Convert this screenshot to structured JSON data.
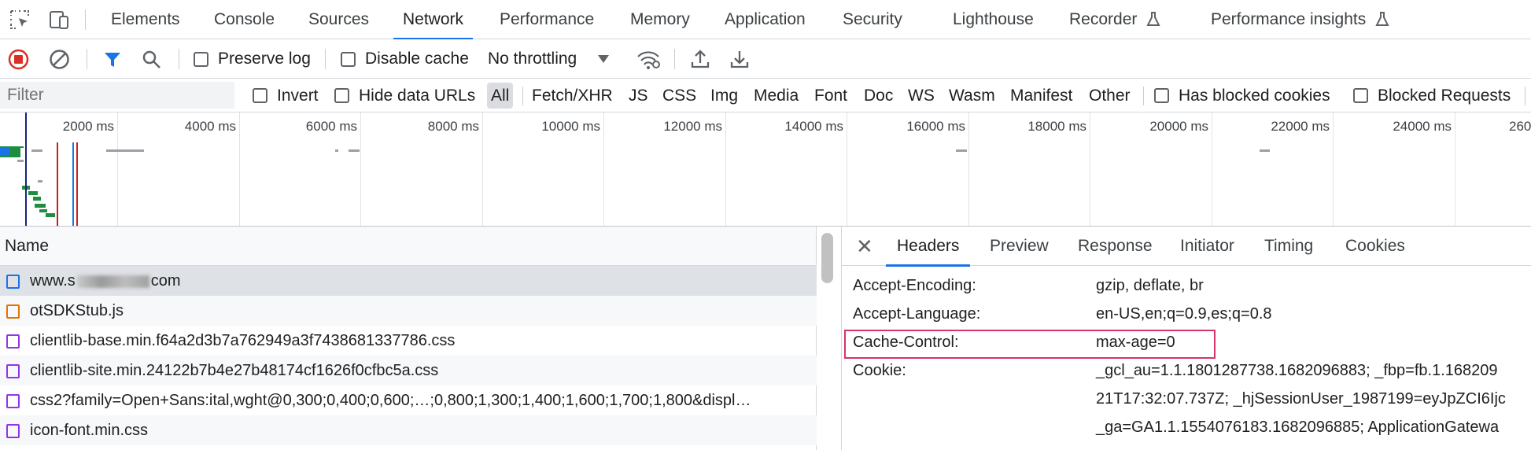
{
  "devtools": {
    "tabs": [
      {
        "label": "Elements"
      },
      {
        "label": "Console"
      },
      {
        "label": "Sources"
      },
      {
        "label": "Network"
      },
      {
        "label": "Performance"
      },
      {
        "label": "Memory"
      },
      {
        "label": "Application"
      },
      {
        "label": "Security"
      },
      {
        "label": "Lighthouse"
      },
      {
        "label": "Recorder"
      },
      {
        "label": "Performance insights"
      }
    ],
    "active_tab": "Network"
  },
  "toolbar": {
    "preserve_log": "Preserve log",
    "disable_cache": "Disable cache",
    "throttling": "No throttling"
  },
  "filter": {
    "placeholder": "Filter",
    "invert": "Invert",
    "hide_data_urls": "Hide data URLs",
    "types": [
      "All",
      "Fetch/XHR",
      "JS",
      "CSS",
      "Img",
      "Media",
      "Font",
      "Doc",
      "WS",
      "Wasm",
      "Manifest",
      "Other"
    ],
    "has_blocked_cookies": "Has blocked cookies",
    "blocked_requests": "Blocked Requests"
  },
  "overview": {
    "ticks": [
      "2000 ms",
      "4000 ms",
      "6000 ms",
      "8000 ms",
      "10000 ms",
      "12000 ms",
      "14000 ms",
      "16000 ms",
      "18000 ms",
      "20000 ms",
      "22000 ms",
      "24000 ms",
      "260"
    ]
  },
  "requests": {
    "column_name": "Name",
    "rows": [
      {
        "name_prefix": "www.s",
        "name_suffix": "com",
        "type": "document"
      },
      {
        "name": "otSDKStub.js",
        "type": "script"
      },
      {
        "name": "clientlib-base.min.f64a2d3b7a762949a3f7438681337786.css",
        "type": "stylesheet"
      },
      {
        "name": "clientlib-site.min.24122b7b4e27b48174cf1626f0cfbc5a.css",
        "type": "stylesheet"
      },
      {
        "name": "css2?family=Open+Sans:ital,wght@0,300;0,400;0,600;…;0,800;1,300;1,400;1,600;1,700;1,800&displ…",
        "type": "stylesheet"
      },
      {
        "name": "icon-font.min.css",
        "type": "stylesheet"
      }
    ]
  },
  "details": {
    "tabs": [
      "Headers",
      "Preview",
      "Response",
      "Initiator",
      "Timing",
      "Cookies"
    ],
    "active_tab": "Headers",
    "headers": [
      {
        "name": "Accept-Encoding:",
        "value": "gzip, deflate, br"
      },
      {
        "name": "Accept-Language:",
        "value": "en-US,en;q=0.9,es;q=0.8"
      },
      {
        "name": "Cache-Control:",
        "value": "max-age=0"
      },
      {
        "name": "Cookie:",
        "value": "_gcl_au=1.1.1801287738.1682096883; _fbp=fb.1.168209"
      }
    ],
    "cookie_continuation": [
      "21T17:32:07.737Z; _hjSessionUser_1987199=eyJpZCI6Ijc",
      "_ga=GA1.1.1554076183.1682096885; ApplicationGatewa"
    ]
  },
  "colors": {
    "accent": "#1a73e8",
    "record_red": "#d93025",
    "highlight_pink": "#d6336c",
    "waterfall_green": "#1e8e3e",
    "dom_blue": "#1a237e",
    "load_red": "#c5221f"
  }
}
